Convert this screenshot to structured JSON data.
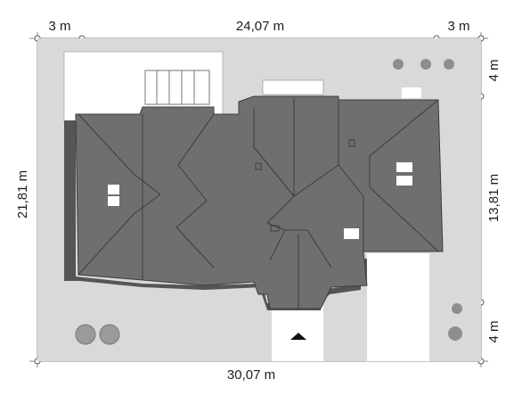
{
  "dimensions": {
    "top_left": "3 m",
    "top_middle": "24,07 m",
    "top_right": "3 m",
    "bottom": "30,07 m",
    "left": "21,81 m",
    "right_top": "4 m",
    "right_middle": "13,81 m",
    "right_bottom": "4 m"
  },
  "colors": {
    "plot": "#d9d9d9",
    "roof": "#6f6f6f",
    "roof_edge": "#3e3e3e",
    "shadow": "#555555",
    "terrace": "#ffffff",
    "tree": "#9a9a9a",
    "dim_line": "#888888"
  }
}
